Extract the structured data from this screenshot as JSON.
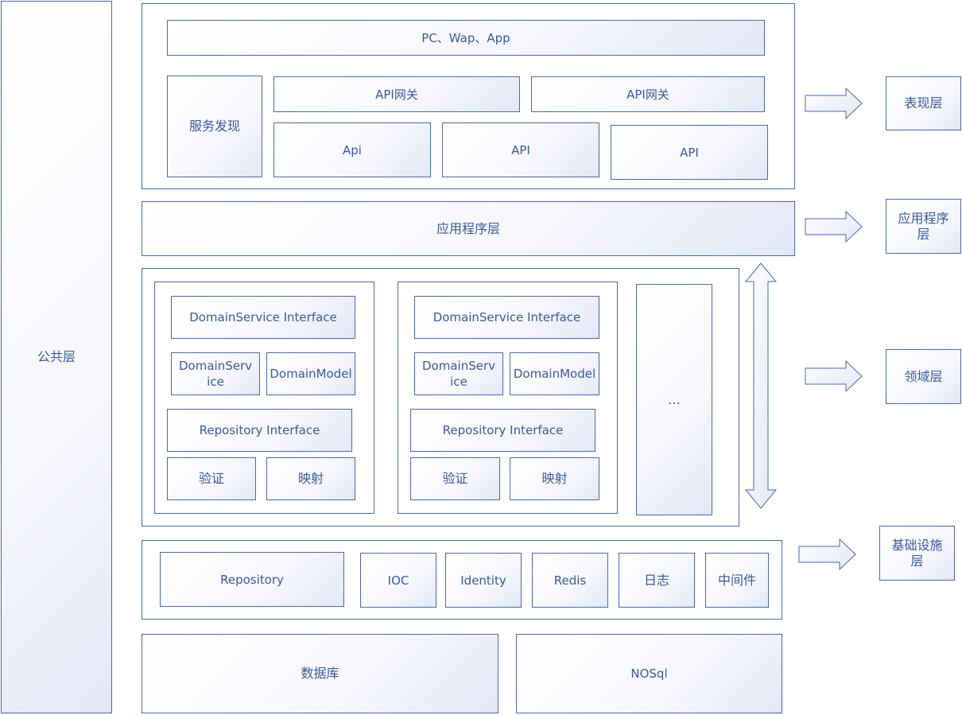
{
  "public_layer": "公共层",
  "presentation": {
    "clients": "PC、Wap、App",
    "service_discovery": "服务发现",
    "gateway_1": "API网关",
    "gateway_2": "API网关",
    "api_1": "Api",
    "api_2": "API",
    "api_3": "API"
  },
  "application": {
    "label": "应用程序层"
  },
  "domain": {
    "module_1": {
      "service_interface": "DomainService Interface",
      "service": "DomainService",
      "model": "DomainModel",
      "repository_interface": "Repository Interface",
      "validation": "验证",
      "mapping": "映射"
    },
    "module_2": {
      "service_interface": "DomainService Interface",
      "service": "DomainService",
      "model": "DomainModel",
      "repository_interface": "Repository Interface",
      "validation": "验证",
      "mapping": "映射"
    },
    "more": "…"
  },
  "infrastructure": {
    "repository": "Repository",
    "ioc": "IOC",
    "identity": "Identity",
    "redis": "Redis",
    "log": "日志",
    "middleware": "中间件"
  },
  "storage": {
    "database": "数据库",
    "nosql": "NOSql"
  },
  "layer_labels": {
    "presentation": "表现层",
    "application": "应用程序层",
    "domain": "领域层",
    "infrastructure": "基础设施层"
  }
}
